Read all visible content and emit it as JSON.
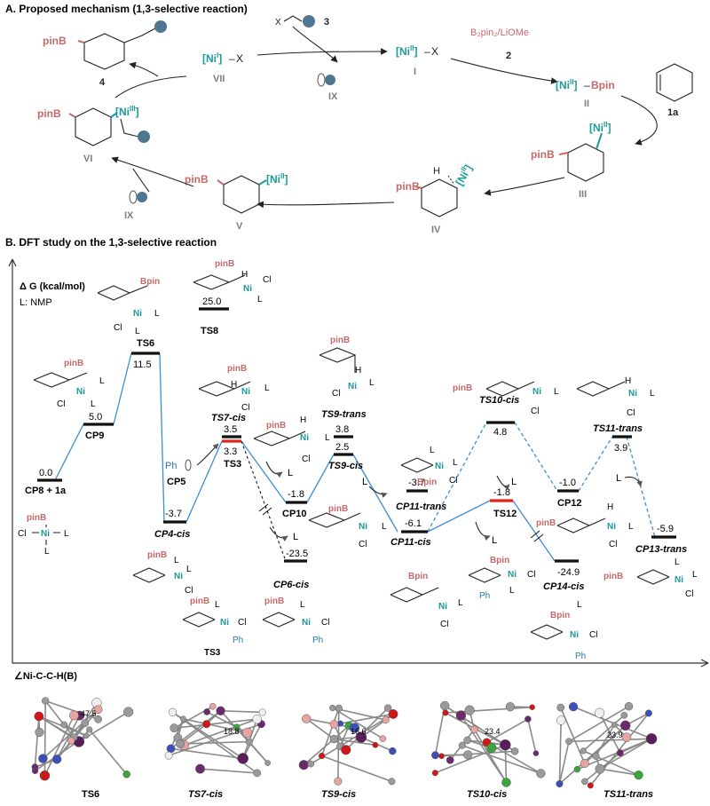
{
  "panel_a": {
    "heading": "A.  Proposed mechanism (1,3-selective reaction)",
    "cmpd4_label": "4",
    "vii_label": "VII",
    "ix_label_top": "IX",
    "ix_label_bottom": "IX",
    "i_label": "I",
    "ii_label": "II",
    "iii_label": "III",
    "iv_label": "IV",
    "v_label": "V",
    "vi_label": "VI",
    "reagent3_label": "3",
    "reagent2_label": "2",
    "substrate_label": "1a",
    "reagent2_text": "B₂pin₂/LiOMe",
    "ni1_text": "[Niᴵ]",
    "ni2_text": "[Niᴵᴵ]",
    "ni3_text": "[Niᴵᴵᴵ]",
    "x_text": "X",
    "bpin_text": "Bpin",
    "pinb_text": "pinB"
  },
  "panel_b": {
    "heading": "B.  DFT study on the 1,3-selective reaction",
    "y_axis_label": "Δ G (kcal/mol)",
    "ligand_note": "L: NMP",
    "angle_label": "∠Ni-C-C-H(B)"
  },
  "chart_data": {
    "type": "energy-profile",
    "ylabel": "Δ G (kcal/mol)",
    "states": [
      {
        "name": "CP8 + 1a",
        "energy": "0.0"
      },
      {
        "name": "CP9",
        "energy": "5.0"
      },
      {
        "name": "TS6",
        "energy": "11.5"
      },
      {
        "name": "CP4-cis",
        "energy": "-3.7"
      },
      {
        "name": "TS7-cis",
        "energy": "3.5"
      },
      {
        "name": "TS3",
        "energy": "3.3"
      },
      {
        "name": "CP5",
        "energy": ""
      },
      {
        "name": "TS8",
        "energy": "25.0"
      },
      {
        "name": "CP10",
        "energy": "-1.8"
      },
      {
        "name": "TS9-trans",
        "energy": "3.8"
      },
      {
        "name": "TS9-cis",
        "energy": "2.5"
      },
      {
        "name": "CP6-cis",
        "energy": "-23.5"
      },
      {
        "name": "CP11-trans",
        "energy": "-3.7"
      },
      {
        "name": "CP11-cis",
        "energy": "-6.1"
      },
      {
        "name": "TS10-cis",
        "energy": "4.8"
      },
      {
        "name": "TS12",
        "energy": "-1.8"
      },
      {
        "name": "CP14-cis",
        "energy": "-24.9"
      },
      {
        "name": "CP12",
        "energy": "-1.0"
      },
      {
        "name": "TS11-trans",
        "energy": "3.9"
      },
      {
        "name": "CP13-trans",
        "energy": "-5.9"
      }
    ],
    "dihedral_angles": [
      {
        "structure": "TS6",
        "angle": "-47.5"
      },
      {
        "structure": "TS7-cis",
        "angle": "18.8"
      },
      {
        "structure": "TS9-cis",
        "angle": "16.6"
      },
      {
        "structure": "TS10-cis",
        "angle": "23.4"
      },
      {
        "structure": "TS11-trans",
        "angle": "23.9"
      }
    ]
  },
  "structures": {
    "ts6": "TS6",
    "ts7": "TS7-cis",
    "ts9": "TS9-cis",
    "ts10": "TS10-cis",
    "ts11": "TS11-trans"
  },
  "labels": {
    "ni": "Ni",
    "l": "L",
    "cl": "Cl",
    "h": "H",
    "ph": "Ph",
    "pinb": "pinB",
    "bpin": "Bpin"
  },
  "colors": {
    "pinb": "#c46a6a",
    "nickel": "#1a9b9b",
    "profile": "#3a8fd6",
    "highlight": "#e2231a"
  }
}
